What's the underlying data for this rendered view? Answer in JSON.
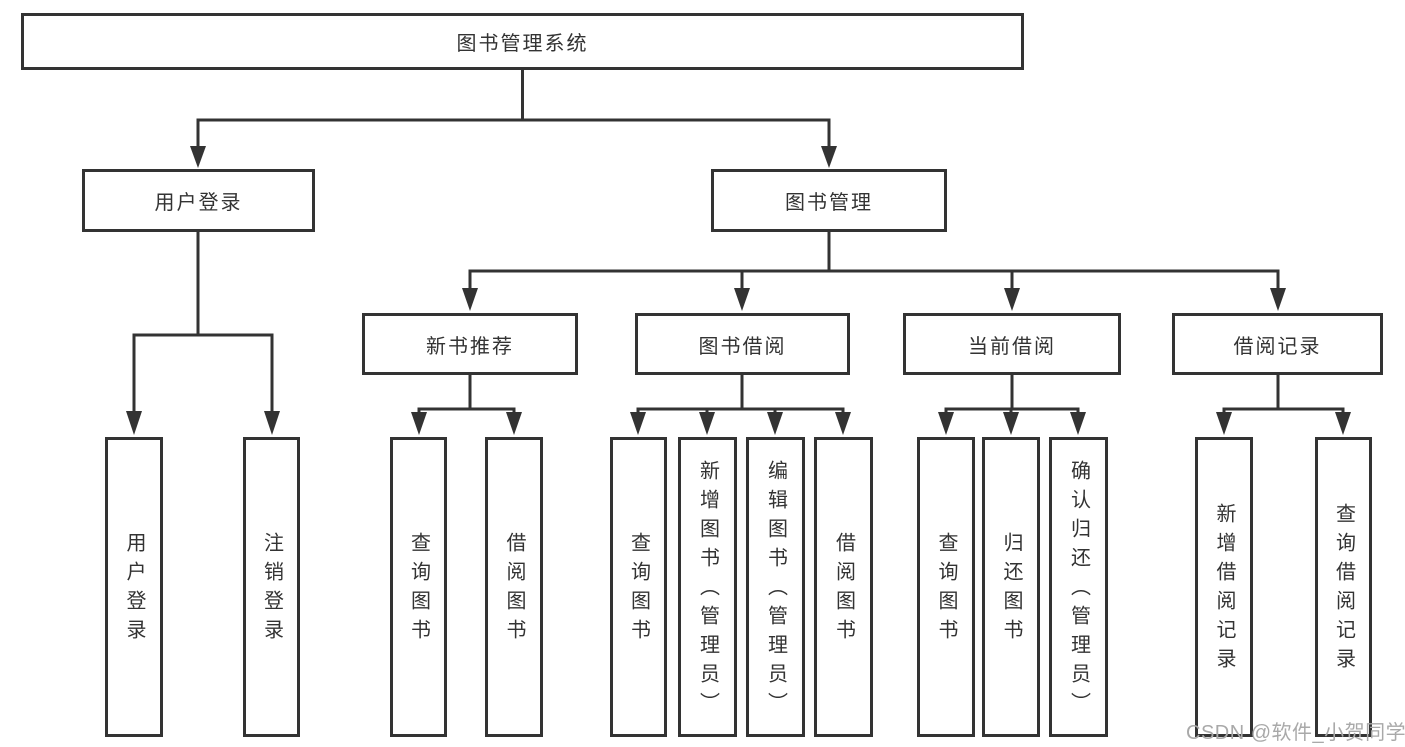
{
  "diagram": {
    "title": "图书管理系统",
    "nodes": {
      "root": "图书管理系统",
      "user_login": "用户登录",
      "book_mgmt": "图书管理",
      "new_book_recommend": "新书推荐",
      "book_borrow": "图书借阅",
      "current_borrow": "当前借阅",
      "borrow_records": "借阅记录",
      "leaf_user_login": "用户登录",
      "leaf_logout": "注销登录",
      "new_rec_query_books": "查询图书",
      "new_rec_borrow_books": "借阅图书",
      "borrow_query_books": "查询图书",
      "borrow_add_books": "新增图书（管理员）",
      "borrow_edit_books": "编辑图书（管理员）",
      "borrow_borrow_books": "借阅图书",
      "current_query_books": "查询图书",
      "current_return_books": "归还图书",
      "current_confirm_return": "确认归还（管理员）",
      "records_add_record": "新增借阅记录",
      "records_query_record": "查询借阅记录"
    },
    "hierarchy": [
      {
        "parent": "图书管理系统",
        "children": [
          "用户登录",
          "图书管理"
        ]
      },
      {
        "parent": "用户登录",
        "children": [
          "用户登录",
          "注销登录"
        ]
      },
      {
        "parent": "图书管理",
        "children": [
          "新书推荐",
          "图书借阅",
          "当前借阅",
          "借阅记录"
        ]
      },
      {
        "parent": "新书推荐",
        "children": [
          "查询图书",
          "借阅图书"
        ]
      },
      {
        "parent": "图书借阅",
        "children": [
          "查询图书",
          "新增图书（管理员）",
          "编辑图书（管理员）",
          "借阅图书"
        ]
      },
      {
        "parent": "当前借阅",
        "children": [
          "查询图书",
          "归还图书",
          "确认归还（管理员）"
        ]
      },
      {
        "parent": "借阅记录",
        "children": [
          "新增借阅记录",
          "查询借阅记录"
        ]
      }
    ],
    "colors": {
      "line": "#333333",
      "text": "#333333",
      "box_background": "#ffffff",
      "watermark": "#a9a9a9",
      "page_background": "#ffffff"
    }
  },
  "watermark": "CSDN @软件_小贺同学"
}
